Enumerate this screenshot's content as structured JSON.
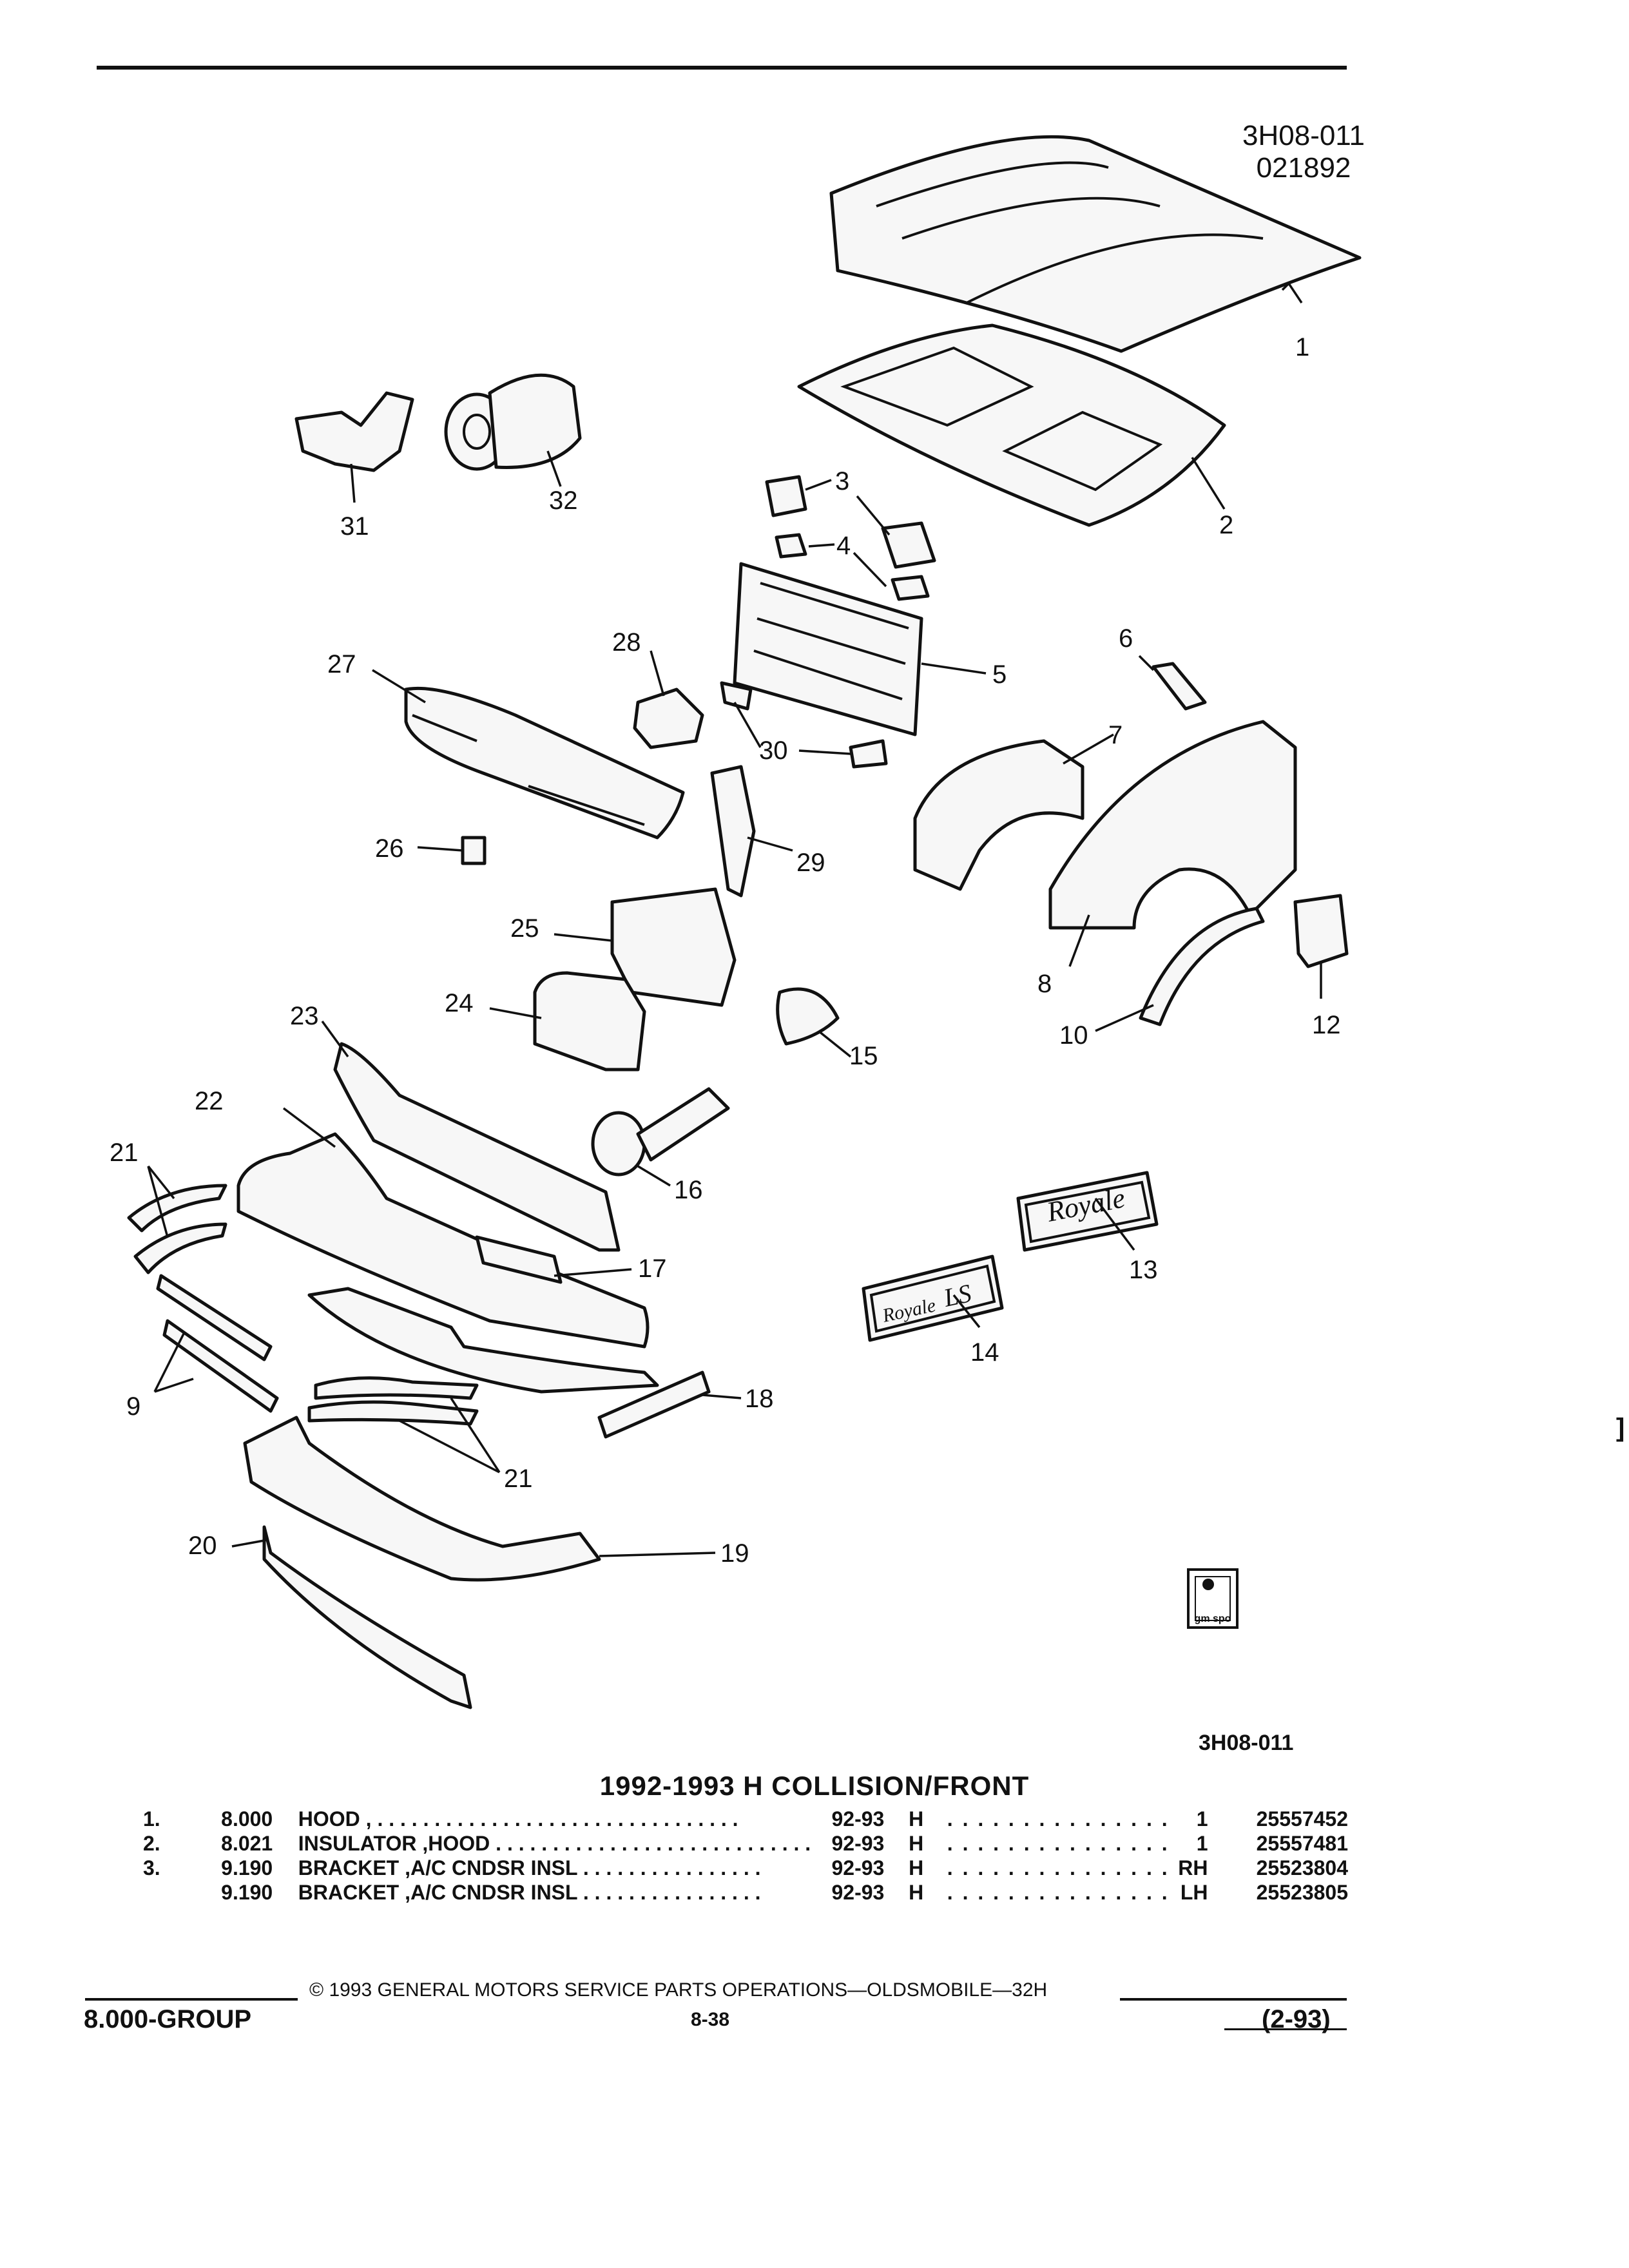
{
  "header": {
    "diagram_code": "3H08-011",
    "diagram_date": "021892"
  },
  "diagram": {
    "callouts": [
      "1",
      "2",
      "3",
      "4",
      "5",
      "6",
      "7",
      "8",
      "9",
      "10",
      "12",
      "13",
      "14",
      "15",
      "16",
      "17",
      "18",
      "19",
      "20",
      "21",
      "21",
      "22",
      "23",
      "24",
      "25",
      "26",
      "27",
      "28",
      "29",
      "30",
      "31",
      "32"
    ],
    "emblems": {
      "royale": "Royale",
      "royale_ls_script": "Royale",
      "royale_ls_suffix": "LS"
    },
    "logo_text": "gm spo"
  },
  "bottom_code": "3H08-011",
  "section_title": "1992-1993 H COLLISION/FRONT",
  "parts": [
    {
      "item": "1.",
      "code": "8.000",
      "description": "HOOD",
      "years": "92-93",
      "series": "H",
      "qty": "1",
      "part_number": "25557452"
    },
    {
      "item": "2.",
      "code": "8.021",
      "description": "INSULATOR ,HOOD",
      "years": "92-93",
      "series": "H",
      "qty": "1",
      "part_number": "25557481"
    },
    {
      "item": "3.",
      "code": "9.190",
      "description": "BRACKET ,A/C CNDSR INSL",
      "years": "92-93",
      "series": "H",
      "qty": "RH",
      "part_number": "25523804"
    },
    {
      "item": "",
      "code": "9.190",
      "description": "BRACKET ,A/C CNDSR INSL",
      "years": "92-93",
      "series": "H",
      "qty": "LH",
      "part_number": "25523805"
    }
  ],
  "footer": {
    "copyright": "© 1993 GENERAL MOTORS SERVICE PARTS OPERATIONS—OLDSMOBILE—32H",
    "group": "8.000-GROUP",
    "page": "8-38",
    "revision": "(2-93)"
  },
  "margin_mark": "]"
}
